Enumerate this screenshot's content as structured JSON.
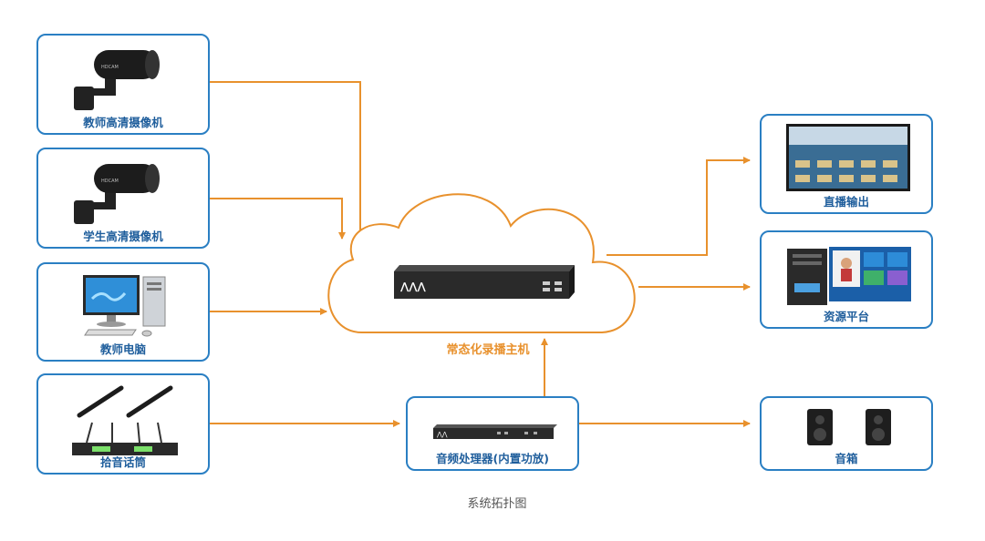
{
  "colors": {
    "border": "#2a7fc3",
    "label": "#1f5e9c",
    "arrow": "#e8912d"
  },
  "nodes": {
    "teacher_camera": {
      "label": "教师高清摄像机",
      "icon": "dome-camera-icon"
    },
    "student_camera": {
      "label": "学生高清摄像机",
      "icon": "dome-camera-icon"
    },
    "teacher_pc": {
      "label": "教师电脑",
      "icon": "desktop-computer-icon"
    },
    "microphone": {
      "label": "拾音话筒",
      "icon": "wireless-microphone-icon"
    },
    "audio_processor": {
      "label": "音频处理器(内置功放)",
      "icon": "rack-unit-icon"
    },
    "live_output": {
      "label": "直播输出",
      "icon": "classroom-screen-icon"
    },
    "resource_platform": {
      "label": "资源平台",
      "icon": "server-dashboard-icon"
    },
    "speakers": {
      "label": "音箱",
      "icon": "speaker-icon"
    }
  },
  "host": {
    "label": "常态化录播主机",
    "icon": "cloud-icon"
  },
  "caption": "系统拓扑图"
}
